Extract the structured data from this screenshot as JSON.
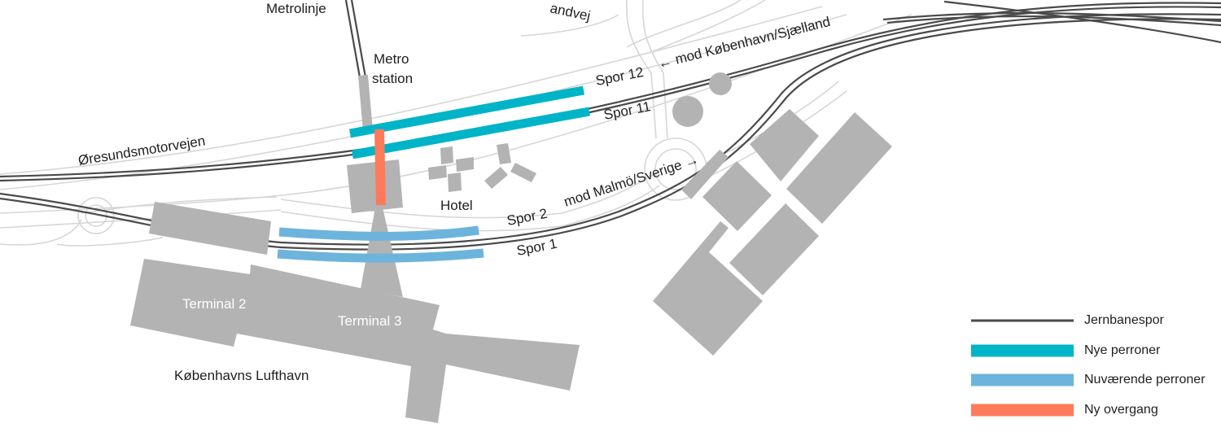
{
  "labels": {
    "metrolinje": "Metrolinje",
    "metro_line1": "Metro",
    "metro_line2": "station",
    "road_top": "andvej",
    "motorway": "Øresundsmotorvejen",
    "to_copenhagen": "← mod København/Sjælland",
    "to_malmo": "mod Malmö/Sverige →",
    "spor12": "Spor 12",
    "spor11": "Spor 11",
    "spor2": "Spor 2",
    "spor1": "Spor 1",
    "hotel": "Hotel",
    "terminal2": "Terminal 2",
    "terminal3": "Terminal 3",
    "airport": "Københavns Lufthavn"
  },
  "legend": [
    {
      "label": "Jernbanespor",
      "color": "#4a4a4a",
      "thickness": 3
    },
    {
      "label": "Nye perroner",
      "color": "#00b4c8",
      "thickness": 15
    },
    {
      "label": "Nuværende perroner",
      "color": "#6cb4dc",
      "thickness": 15
    },
    {
      "label": "Ny overgang",
      "color": "#ff7a5a",
      "thickness": 15
    }
  ],
  "colors": {
    "rail": "#4a4a4a",
    "road": "#d6d6d6",
    "building": "#b3b3b3",
    "new_platform": "#00b4c8",
    "existing_platform": "#6cb4dc",
    "new_crossing": "#ff7a5a"
  }
}
